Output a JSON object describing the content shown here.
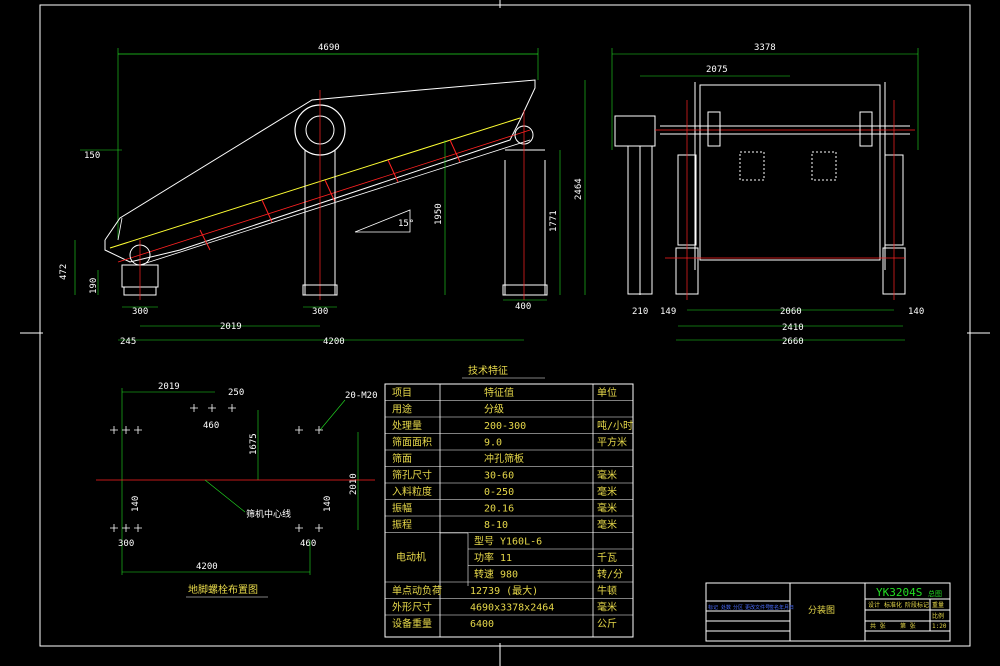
{
  "dimensions": {
    "side": {
      "total_length": "4690",
      "left_offset": "150",
      "height_472": "472",
      "height_190": "190",
      "col_1950": "1950",
      "col_1771": "1771",
      "overall_2464": "2464",
      "base_300a": "300",
      "base_300b": "300",
      "base_400": "400",
      "span_2019": "2019",
      "offset_245": "245",
      "span_4200": "4200",
      "angle": "15°"
    },
    "end": {
      "total_width": "3378",
      "inner_2075": "2075",
      "bottom_210": "210",
      "bottom_149": "149",
      "bottom_2060": "2060",
      "bottom_140": "140",
      "bottom_2410": "2410",
      "bottom_2660": "2660"
    },
    "plan": {
      "span_2019": "2019",
      "small_250": "250",
      "small_460": "460",
      "bolt": "20-M20",
      "height_1675": "1675",
      "height_2010": "2010",
      "small_140a": "140",
      "small_140b": "140",
      "base_300": "300",
      "base_460": "460",
      "span_4200": "4200",
      "center_label": "筛机中心线",
      "title": "地脚螺栓布置图"
    }
  },
  "spec_table": {
    "title": "技术特征",
    "rows": [
      {
        "item": "项目",
        "value": "特征值",
        "unit": "单位"
      },
      {
        "item": "用途",
        "value": "分级",
        "unit": ""
      },
      {
        "item": "处理量",
        "value": "200-300",
        "unit": "吨/小时"
      },
      {
        "item": "筛面面积",
        "value": "9.0",
        "unit": "平方米"
      },
      {
        "item": "筛面",
        "value": "冲孔筛板",
        "unit": ""
      },
      {
        "item": "筛孔尺寸",
        "value": "30-60",
        "unit": "毫米"
      },
      {
        "item": "入料粒度",
        "value": "0-250",
        "unit": "毫米"
      },
      {
        "item": "振幅",
        "value": "20.16",
        "unit": "毫米"
      },
      {
        "item": "振程",
        "value": "8-10",
        "unit": "毫米"
      }
    ],
    "motor": {
      "label": "电动机",
      "rows": [
        {
          "item": "型号",
          "value": "Y160L-6",
          "unit": ""
        },
        {
          "item": "功率",
          "value": "11",
          "unit": "千瓦"
        },
        {
          "item": "转速",
          "value": "980",
          "unit": "转/分"
        }
      ]
    },
    "bottom_rows": [
      {
        "item": "单点动负荷",
        "value": "12739  (最大)",
        "unit": "牛顿"
      },
      {
        "item": "外形尺寸",
        "value": "4690x3378x2464",
        "unit": "毫米"
      },
      {
        "item": "设备重量",
        "value": "6400",
        "unit": "公斤"
      }
    ]
  },
  "title_block": {
    "drawing_name": "YK3204S",
    "drawing_suffix": "总图",
    "part": "分装图",
    "cells": [
      "标记",
      "处数",
      "分区",
      "更改文件号",
      "签名",
      "年月日"
    ],
    "labels2": [
      "设计",
      "标准化",
      "阶段标记",
      "重量",
      "比例"
    ],
    "scale": "1:20",
    "sheet": "共 张",
    "sheet2": "第 张"
  },
  "colors": {
    "frame": "#ffffff",
    "machine": "#ffffff",
    "dimension": "#22dd22",
    "centerline": "#ff2222",
    "screen_line": "#ffff33",
    "table_text": "#e6d84a",
    "title_block": "#22dd22",
    "blue": "#4a6cff"
  }
}
